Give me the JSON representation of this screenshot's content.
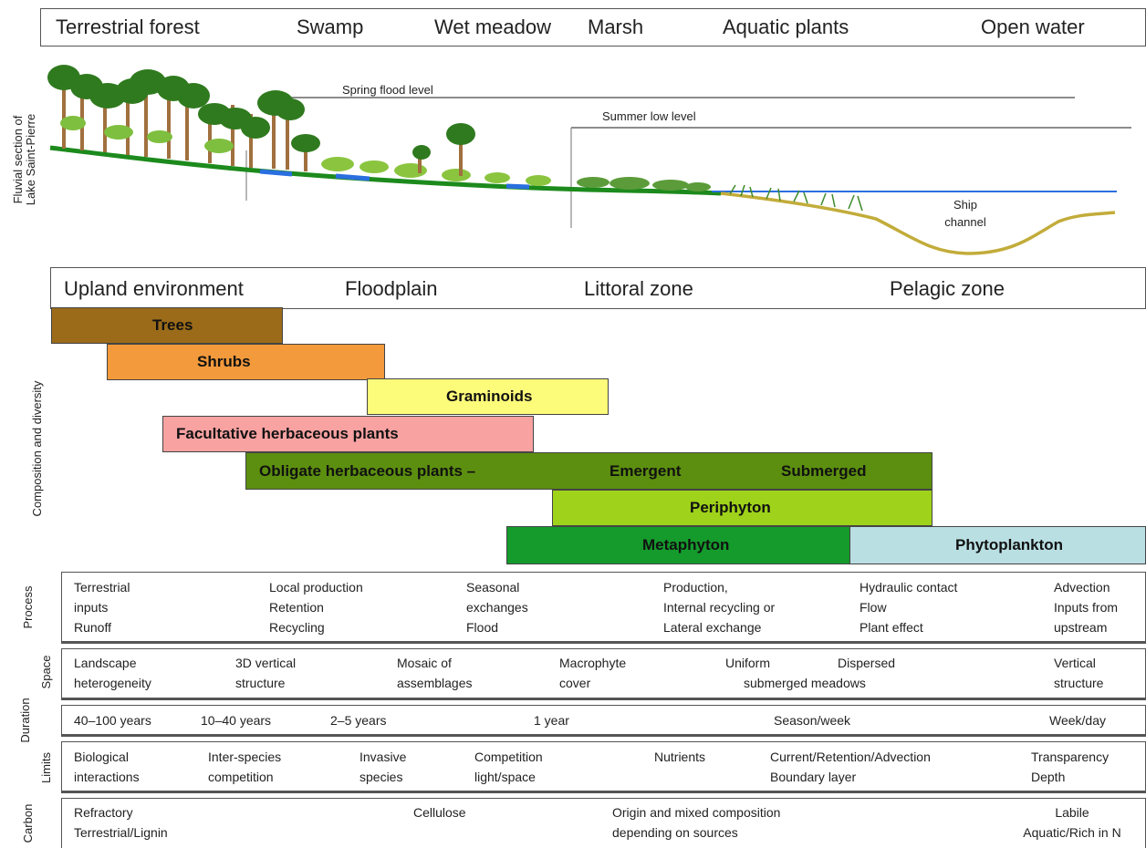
{
  "habitats": [
    "Terrestrial forest",
    "Swamp",
    "Wet meadow",
    "Marsh",
    "Aquatic plants",
    "Open water"
  ],
  "section": {
    "side_label_1": "Fluvial section of",
    "side_label_2": "Lake Saint-Pierre",
    "spring_flood": "Spring flood level",
    "summer_low": "Summer low level",
    "ship_channel_1": "Ship",
    "ship_channel_2": "channel"
  },
  "zones": [
    "Upland environment",
    "Floodplain",
    "Littoral zone",
    "Pelagic zone"
  ],
  "composition": {
    "side_label": "Composition and diversity",
    "bars": [
      {
        "label": "Trees",
        "color": "#9b6b1a"
      },
      {
        "label": "Shrubs",
        "color": "#f39a3c"
      },
      {
        "label": "Graminoids",
        "color": "#fdfb7a"
      },
      {
        "label": "Facultative herbaceous plants",
        "color": "#f8a2a2"
      },
      {
        "label": "Obligate herbaceous plants –",
        "label2": "Emergent",
        "label3": "Submerged",
        "color": "#5c8f0f"
      },
      {
        "label": "Periphyton",
        "color": "#9fd21a"
      },
      {
        "label": "Metaphyton",
        "color": "#149b2c"
      },
      {
        "label": "Phytoplankton",
        "color": "#b9dfe3"
      }
    ]
  },
  "process": {
    "label": "Process",
    "cells": [
      [
        "Terrestrial",
        "inputs",
        "Runoff"
      ],
      [
        "Local production",
        "Retention",
        "Recycling"
      ],
      [
        "Seasonal",
        "exchanges",
        "Flood"
      ],
      [
        "Production,",
        "Internal recycling or",
        "Lateral exchange"
      ],
      [
        "Hydraulic contact",
        "Flow",
        "Plant effect"
      ],
      [
        "Advection",
        "Inputs from",
        "upstream"
      ]
    ]
  },
  "space": {
    "label": "Space",
    "cells": [
      [
        "Landscape",
        "heterogeneity"
      ],
      [
        "3D vertical",
        "structure"
      ],
      [
        "Mosaic of",
        "assemblages"
      ],
      [
        "Macrophyte",
        "cover"
      ],
      [
        "Uniform",
        ""
      ],
      [
        "Dispersed",
        ""
      ],
      [
        "submerged meadows"
      ],
      [
        "Vertical",
        "structure"
      ]
    ]
  },
  "duration": {
    "label": "Duration",
    "cells": [
      "40–100 years",
      "10–40 years",
      "2–5 years",
      "1 year",
      "Season/week",
      "Week/day"
    ]
  },
  "limits": {
    "label": "Limits",
    "cells": [
      [
        "Biological",
        "interactions"
      ],
      [
        "Inter-species",
        "competition"
      ],
      [
        "Invasive",
        "species"
      ],
      [
        "Competition",
        "light/space"
      ],
      [
        "Nutrients"
      ],
      [
        "Current/Retention/Advection",
        "Boundary layer"
      ],
      [
        "Transparency",
        "Depth"
      ]
    ]
  },
  "carbon": {
    "label": "Carbon",
    "cells": [
      [
        "Refractory",
        "Terrestrial/Lignin"
      ],
      [
        "Cellulose"
      ],
      [
        "Origin and mixed composition",
        "depending on sources"
      ],
      [
        "Labile",
        "Aquatic/Rich in N"
      ]
    ]
  }
}
